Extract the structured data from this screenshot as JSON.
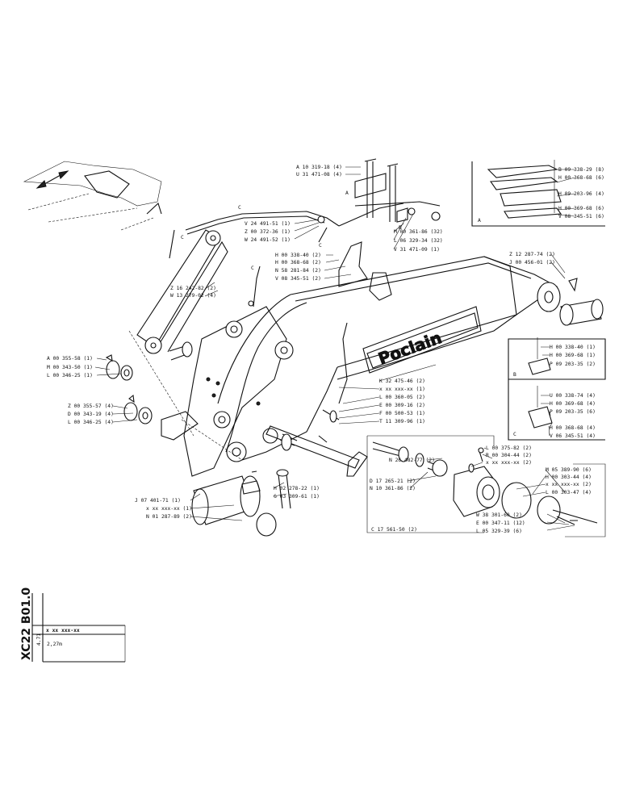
{
  "brand": "Poclain",
  "doc_code": "XC22 B01.0",
  "revision_code": "4.71",
  "variant_code": "x xx xxx-xx",
  "boom_length": "2,27m",
  "inset_labels": [
    "A",
    "B",
    "C"
  ],
  "pipe_markers": [
    "A",
    "B",
    "C",
    "C",
    "C",
    "C"
  ],
  "callouts": [
    "A 10 319-18 (4)",
    "U 31 471-08 (4)",
    "M 00 361-86 (32)",
    "L 06 329-34 (32)",
    "V 31 471-09 (1)",
    "V 24 491-51 (1)",
    "Z 00 372-36 (1)",
    "W 24 491-52 (1)",
    "H 00 338-40 (2)",
    "H 00 368-68 (2)",
    "N 58 281-84 (2)",
    "V 08 345-51 (2)",
    "Z 16 242-82 (2)",
    "W 13 279-02 (4)",
    "Z 12 287-74 (2)",
    "J 00 456-01 (2)",
    "A 00 355-58 (1)",
    "M 00 343-50 (1)",
    "L 00 346-25 (1)",
    "Z 00 355-57 (4)",
    "D 00 343-19 (4)",
    "L 00 346-25 (4)",
    "K 32 475-46 (2)",
    "x xx xxx-xx (1)",
    "L 00 360-05 (2)",
    "E 00 309-16 (2)",
    "F 00 500-53 (1)",
    "T 11 309-96 (1)",
    "N 26 482-77 (2)",
    "D 17 265-21 (2)",
    "N 10 361-86 (2)",
    "L 00 375-82 (2)",
    "R 00 304-44 (2)",
    "x xx xxx-xx (2)",
    "M 05 389-90 (6)",
    "H 00 303-44 (4)",
    "x xx xxx-xx (2)",
    "L 00 303-47 (4)",
    "W 38 301-60 (2)",
    "E 00 347-11 (12)",
    "L 05 329-39 (6)",
    "C 17 561-50 (2)",
    "H 02 278-22 (1)",
    "G 03 309-61 (1)",
    "J 07 401-71 (1)",
    "x xx xxx-xx (1)",
    "N 01 287-89 (2)",
    "B 09 338-29 (8)",
    "H 00 368-68 (6)",
    "H 09 203-96 (4)",
    "H 00 369-68 (6)",
    "V 08 345-51 (6)",
    "H 00 338-40 (1)",
    "H 00 369-68 (1)",
    "P 09 203-35 (2)",
    "U 00 338-74 (4)",
    "H 00 369-68 (4)",
    "P 09 203-35 (6)",
    "H 00 368-68 (4)",
    "V 06 345-51 (4)"
  ]
}
